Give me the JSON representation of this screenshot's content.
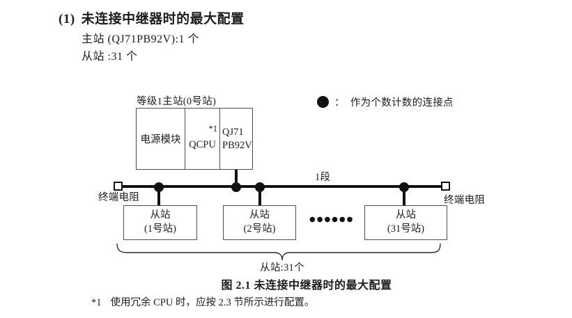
{
  "colors": {
    "ink": "#1c1c1c",
    "line": "#111111",
    "box_border": "#4d4d4d"
  },
  "header": {
    "number": "(1)",
    "title": "未连接中继器时的最大配置",
    "spec_master": "主站 (QJ71PB92V):1 个",
    "spec_slave": "从站 :31 个"
  },
  "diagram": {
    "master_label": "等级1主站(0号站)",
    "modules": {
      "power": "电源模块",
      "cpu": "QCPU",
      "cpu_note": "*1",
      "pb_line1": "QJ71",
      "pb_line2": "PB92V"
    },
    "legend": {
      "colon": "：",
      "text": "作为个数计数的连接点"
    },
    "segment_label": "1段",
    "terminator_left": "终端电阻",
    "terminator_right": "终端电阻",
    "slaves": [
      {
        "line1": "从站",
        "line2": "(1号站)"
      },
      {
        "line1": "从站",
        "line2": "(2号站)"
      },
      {
        "line1": "从站",
        "line2": "(31号站)"
      }
    ],
    "ellipsis": "●●●●●●",
    "brace_label": "从站:31个"
  },
  "caption": "图 2.1 未连接中继器时的最大配置",
  "footnote": {
    "marker": "*1",
    "text": "使用冗余 CPU 时，应按 2.3 节所示进行配置。"
  }
}
